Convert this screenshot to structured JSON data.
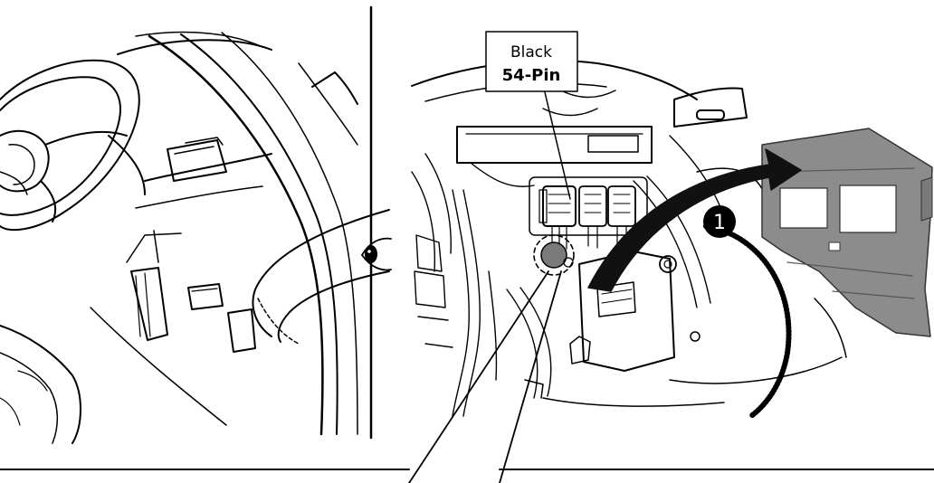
{
  "connector_callout": {
    "color_label": "Black",
    "pin_label": "54-Pin"
  },
  "step_badge": {
    "number": "1"
  },
  "colors": {
    "line": "#000000",
    "panel_fill": "#8c8c8c",
    "arrow_fill": "#111111",
    "background": "#ffffff"
  }
}
